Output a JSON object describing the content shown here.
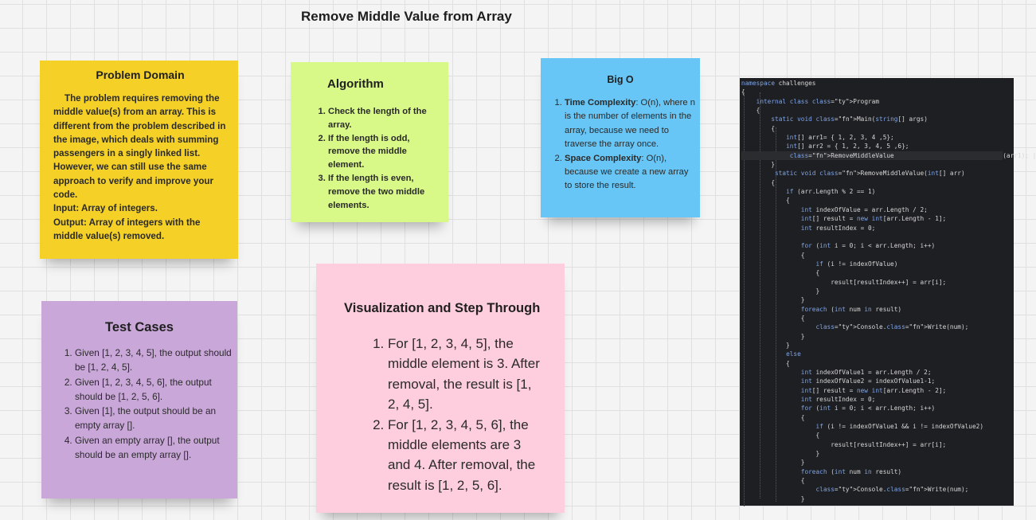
{
  "board_title": "Remove Middle Value from Array",
  "problem_domain": {
    "title": "Problem Domain",
    "paragraph": "The problem requires removing the middle value(s) from an array. This is different from the problem described in the image, which deals with summing passengers in a singly linked list. However, we can still use the same approach to verify and improve your code.",
    "input": "Input: Array of integers.",
    "output": "Output: Array of integers with the middle value(s) removed.",
    "color": "#f5d128"
  },
  "algorithm": {
    "title": "Algorithm",
    "steps": [
      "Check the length of the array.",
      "If the length is odd, remove the middle element.",
      "If the length is even, remove the two middle elements."
    ],
    "color": "#d8f887"
  },
  "big_o": {
    "title": "Big O",
    "items": [
      {
        "label": "Time Complexity",
        "text": ": O(n), where n is the number of elements in the array, because we need to traverse the array once."
      },
      {
        "label": "Space Complexity",
        "text": ": O(n), because we create a new array to store the result."
      }
    ],
    "color": "#67c6f6"
  },
  "test_cases": {
    "title": "Test Cases",
    "items": [
      "Given [1, 2, 3, 4, 5], the output should be [1, 2, 4, 5].",
      "Given [1, 2, 3, 4, 5, 6], the output should be [1, 2, 5, 6].",
      "Given [1], the output should be an empty array [].",
      "Given an empty array [], the output should be an empty array []."
    ],
    "color": "#c9a7d9"
  },
  "visualization": {
    "title": "Visualization and Step Through",
    "items": [
      "For [1, 2, 3, 4, 5], the middle element is 3. After removal, the result is [1, 2, 4, 5].",
      "For [1, 2, 3, 4, 5, 6], the middle elements are 3 and 4. After removal, the result is [1, 2, 5, 6]."
    ],
    "color": "#fecede"
  },
  "code": {
    "lines": [
      "namespace challenges",
      "{",
      "    internal class Program",
      "    {",
      "        static void Main(string[] args)",
      "        {",
      "            int[] arr1= { 1, 2, 3, 4 ,5};",
      "            int[] arr2 = { 1, 2, 3, 4, 5 ,6};",
      "             RemoveMiddleValue(arr1); |",
      "        }",
      "         static void RemoveMiddleValue(int[] arr)",
      "        {",
      "            if (arr.Length % 2 == 1)",
      "            {",
      "                int indexOfValue = arr.Length / 2;",
      "                int[] result = new int[arr.Length - 1];",
      "                int resultIndex = 0;",
      "",
      "                for (int i = 0; i < arr.Length; i++)",
      "                {",
      "                    if (i != indexOfValue)",
      "                    {",
      "                        result[resultIndex++] = arr[i];",
      "                    }",
      "                }",
      "                foreach (int num in result)",
      "                {",
      "                    Console.Write(num);",
      "                }",
      "            }",
      "            else",
      "            {",
      "                int indexOfValue1 = arr.Length / 2;",
      "                int indexOfValue2 = indexOfValue1-1;",
      "                int[] result = new int[arr.Length - 2];",
      "                int resultIndex = 0;",
      "                for (int i = 0; i < arr.Length; i++)",
      "                {",
      "                    if (i != indexOfValue1 && i != indexOfValue2)",
      "                    {",
      "                        result[resultIndex++] = arr[i];",
      "                    }",
      "                }",
      "                foreach (int num in result)",
      "                {",
      "                    Console.Write(num);",
      "                }"
    ],
    "highlighted_line": 8,
    "colors": {
      "background": "#1e1f22",
      "keyword": "#7ea4e8",
      "type": "#4ec9b0",
      "method": "#dcdcaa"
    }
  }
}
